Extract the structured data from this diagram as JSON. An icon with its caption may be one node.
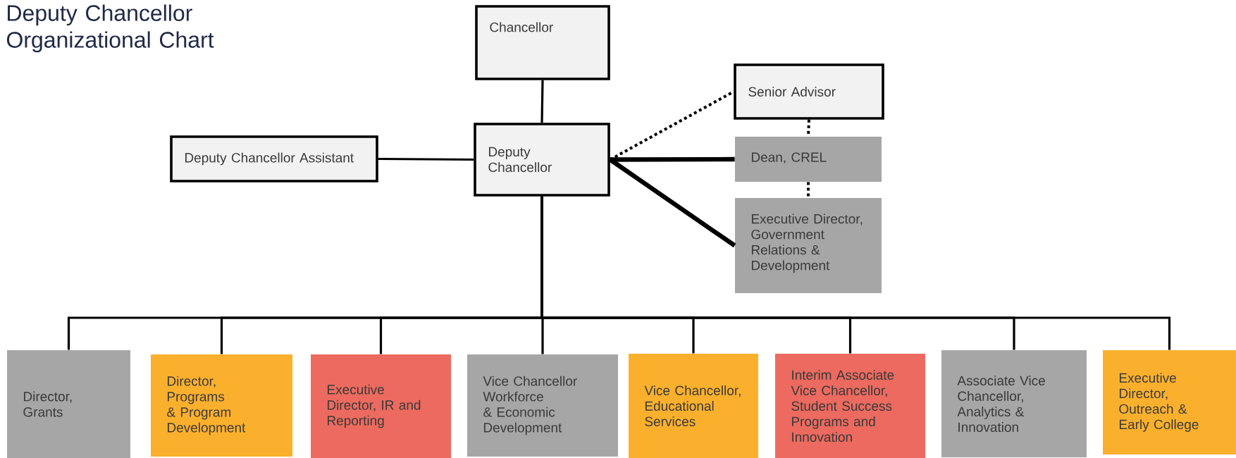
{
  "diagram": {
    "title": "Deputy Chancellor Organizational Chart",
    "nodes": [
      {
        "text": [
          "Chancellor"
        ]
      },
      {
        "text": [
          "Deputy Chancellor"
        ]
      },
      {
        "text": [
          "Deputy Chancellor Assistant"
        ]
      },
      {
        "text": [
          "Senior Advisor"
        ]
      },
      {
        "text": [
          "Dean, CREL"
        ]
      },
      {
        "text": [
          "Executive Director, Government Relations & Development"
        ]
      },
      {
        "text": [
          "Director, Grants"
        ]
      },
      {
        "text": [
          "Director, Programs & Program Development"
        ]
      },
      {
        "text": [
          "Executive Director, IR and Reporting"
        ]
      },
      {
        "text": [
          "Vice Chancellor Workforce & Economic Development"
        ]
      },
      {
        "text": [
          "Vice Chancellor, Educational Services"
        ]
      },
      {
        "text": [
          "Interim Associate Vice Chancellor, Student Success Programs and Innovation"
        ]
      },
      {
        "text": [
          "Associate Vice Chancellor, Analytics & Innovation"
        ]
      },
      {
        "text": [
          "Executive Director, Outreach & Early College"
        ]
      }
    ],
    "edges": [
      {
        "from": 0,
        "to": 1,
        "arrow": "none"
      },
      {
        "from": 2,
        "to": 1,
        "arrow": "none"
      },
      {
        "from": 1,
        "to": 3,
        "arrow": "none",
        "style": "dashed"
      },
      {
        "from": 1,
        "to": 4,
        "arrow": "none",
        "style": "thick"
      },
      {
        "from": 1,
        "to": 5,
        "arrow": "none",
        "style": "thick"
      },
      {
        "from": 3,
        "to": 4,
        "arrow": "none",
        "style": "dashed"
      },
      {
        "from": 4,
        "to": 5,
        "arrow": "none",
        "style": "dashed"
      },
      {
        "from": 1,
        "to": 6,
        "arrow": "none"
      },
      {
        "from": 1,
        "to": 7,
        "arrow": "none"
      },
      {
        "from": 1,
        "to": 8,
        "arrow": "none"
      },
      {
        "from": 1,
        "to": 9,
        "arrow": "none"
      },
      {
        "from": 1,
        "to": 10,
        "arrow": "none"
      },
      {
        "from": 1,
        "to": 11,
        "arrow": "none"
      },
      {
        "from": 1,
        "to": 12,
        "arrow": "none"
      },
      {
        "from": 1,
        "to": 13,
        "arrow": "none"
      }
    ]
  }
}
